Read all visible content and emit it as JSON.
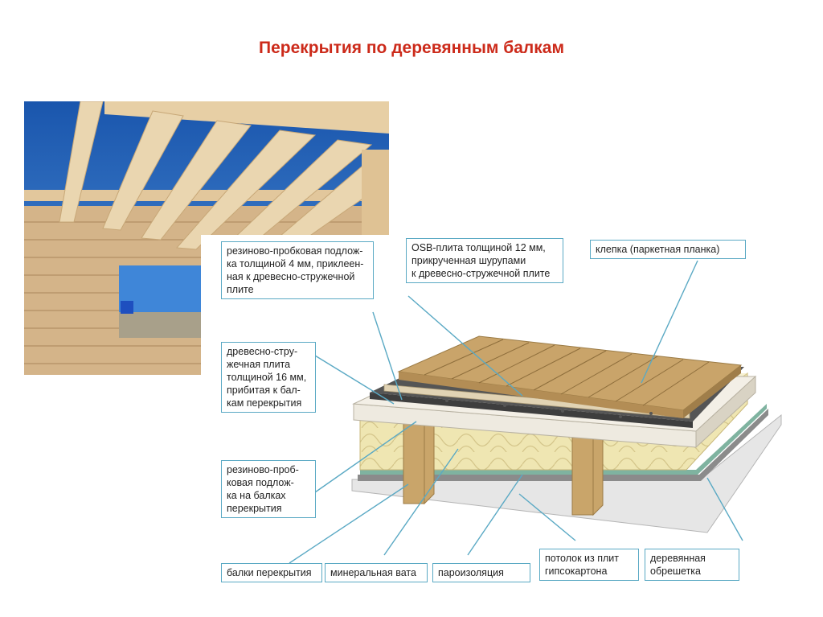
{
  "title": "Перекрытия по деревянным балкам",
  "colors": {
    "title": "#cc2a1a",
    "leader": "#5aa9c4",
    "plank": "#c9a46a",
    "insulation": "#ece2a8",
    "sky": "#1f5fb8",
    "wood": "#d9b98b"
  },
  "labels": {
    "rubber_cork_top": "резиново-пробковая подлож-\nка толщиной 4 мм, приклеен-\nная к древесно-стружечной\nплите",
    "osb": "OSB-плита толщиной 12 мм,\nприкрученная шурупами\nк древесно-стружечной плите",
    "klepka": "клепка (паркетная планка)",
    "chipboard": "древесно-стру-\nжечная плита\nтолщиной 16 мм,\nприбитая к бал-\nкам перекрытия",
    "rubber_cork_beams": "резиново-проб-\nковая подлож-\nка на балках\nперекрытия",
    "beams": "балки перекрытия",
    "mineral_wool": "минеральная вата",
    "vapor_barrier": "пароизоляция",
    "ceiling": "потолок из плит\nгипсокартона",
    "lathing": "деревянная\nобрешетка"
  }
}
